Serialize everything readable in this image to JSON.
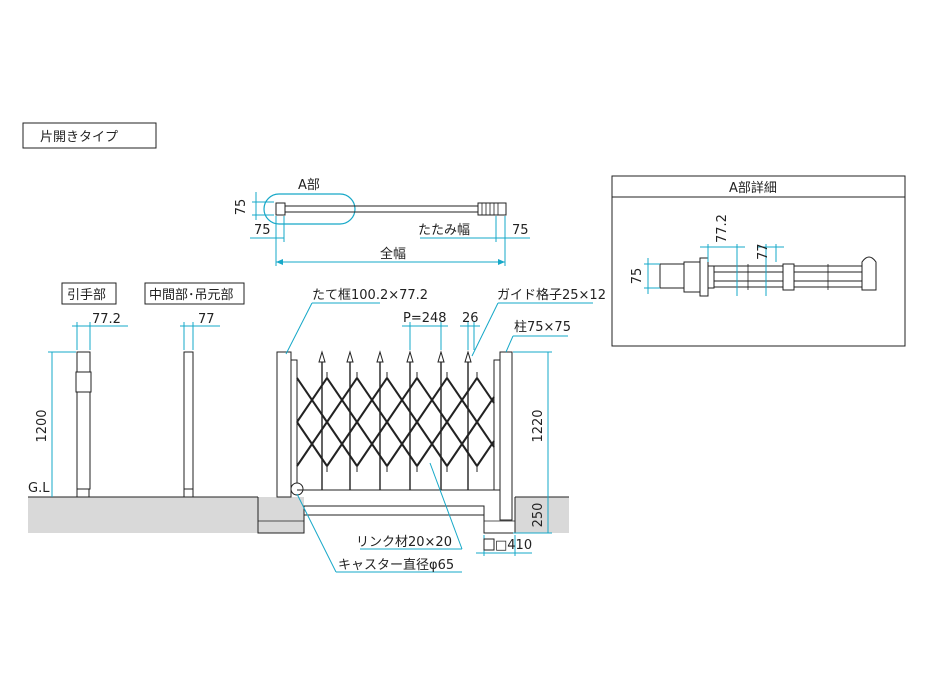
{
  "title_box": "片開きタイプ",
  "plan_view": {
    "detail_callout": "A部",
    "dim_75_vertical": "75",
    "dim_75_left": "75",
    "folded_width_label": "たたみ幅",
    "dim_75_right": "75",
    "overall_width_label": "全幅"
  },
  "detail_a": {
    "title": "A部詳細",
    "dim_75": "75",
    "dim_77_2": "77.2",
    "dim_77": "77"
  },
  "handle_part": {
    "title": "引手部",
    "dim": "77.2",
    "height": "1200",
    "ground_label": "G.L"
  },
  "middle_part": {
    "title": "中間部･吊元部",
    "dim": "77"
  },
  "elevation": {
    "frame_label": "たて框100.2×77.2",
    "pitch_label": "P=248",
    "dim_26": "26",
    "guide_label": "ガイド格子25×12",
    "post_label": "柱75×75",
    "height_1220": "1220",
    "depth_250": "250",
    "foundation_label": "□410",
    "link_label": "リンク材20×20",
    "caster_label": "キャスター直径φ65"
  },
  "colors": {
    "dimension": "#16a8c8",
    "line": "#222222",
    "ground": "#d9d9d9"
  }
}
